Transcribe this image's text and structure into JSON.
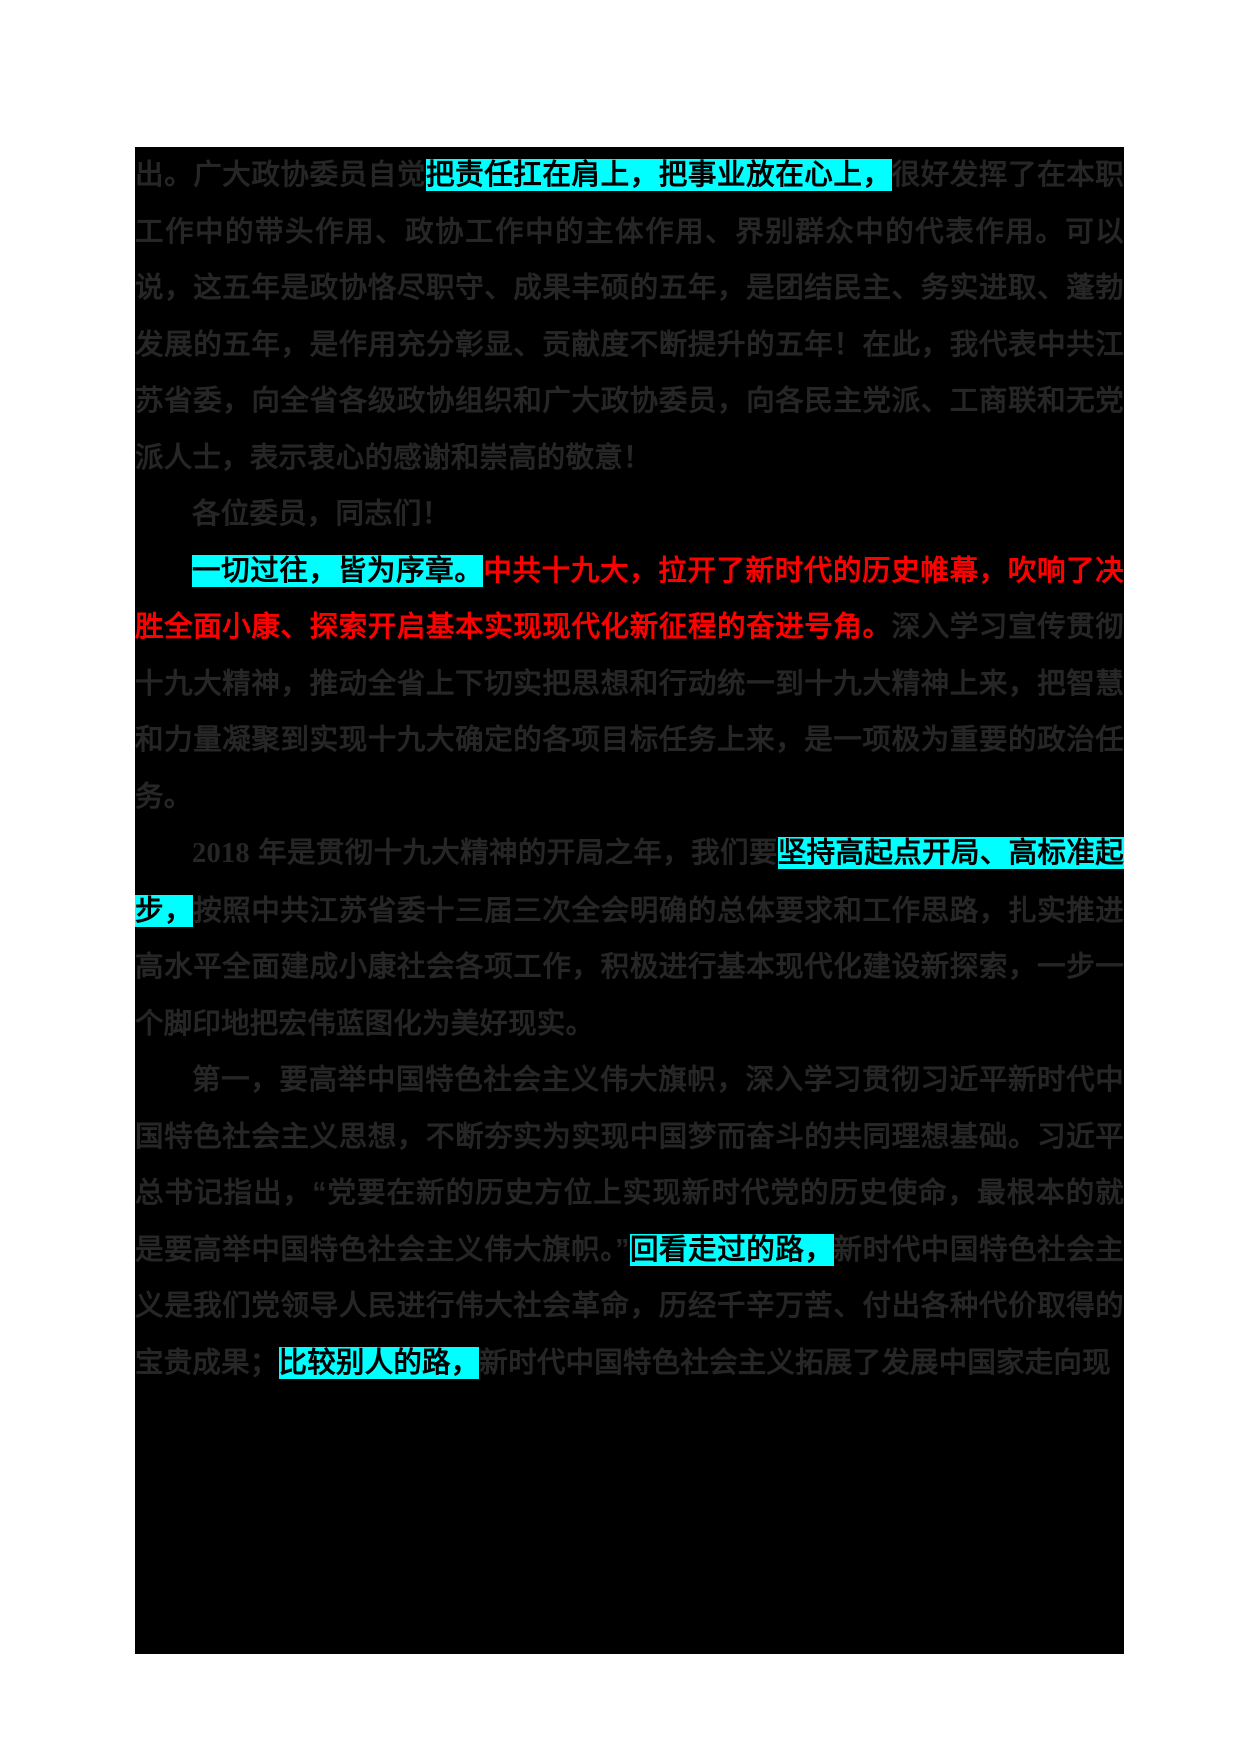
{
  "document": {
    "background_color": "#000000",
    "page_color": "#ffffff",
    "body_text_color": "#262626",
    "highlight_color": "#00ffff",
    "highlight_text_color": "#000000",
    "accent_color": "#ff0000",
    "paragraphs": [
      {
        "id": "p1",
        "indent": false,
        "runs": [
          {
            "text": "出。广大政协委员自觉",
            "style": "normal"
          },
          {
            "text": "把责任扛在肩上，把事业放在心上，",
            "style": "highlight"
          },
          {
            "text": "很好发挥了在本职工作中的带头作用、政协工作中的主体作用、界别群众中的代表作用。可以说，这五年是政协恪尽职守、成果丰硕的五年，是团结民主、务实进取、蓬勃发展的五年，是作用充分彰显、贡献度不断提升的五年！在此，我代表中共江苏省委，向全省各级政协组织和广大政协委员，向各民主党派、工商联和无党派人士，表示衷心的感谢和崇高的敬意！",
            "style": "normal"
          }
        ]
      },
      {
        "id": "p2",
        "indent": true,
        "runs": [
          {
            "text": "各位委员，同志们！",
            "style": "normal"
          }
        ]
      },
      {
        "id": "p3",
        "indent": true,
        "runs": [
          {
            "text": "一切过往，皆为序章。",
            "style": "highlight"
          },
          {
            "text": "中共十九大，拉开了新时代的历史帷幕，吹响了决胜全面小康、探索开启基本实现现代化新征程的奋进号角。",
            "style": "red"
          },
          {
            "text": "深入学习宣传贯彻十九大精神，推动全省上下切实把思想和行动统一到十九大精神上来，把智慧和力量凝聚到实现十九大确定的各项目标任务上来，是一项极为重要的政治任务。",
            "style": "normal"
          }
        ]
      },
      {
        "id": "p4",
        "indent": true,
        "runs": [
          {
            "text": "2018",
            "style": "number"
          },
          {
            "text": " 年是贯彻十九大精神的开局之年，我们要",
            "style": "normal"
          },
          {
            "text": "坚持高起点开局、高标准起步，",
            "style": "highlight"
          },
          {
            "text": "按照中共江苏省委十三届三次全会明确的总体要求和工作思路，扎实推进高水平全面建成小康社会各项工作，积极进行基本现代化建设新探索，一步一个脚印地把宏伟蓝图化为美好现实。",
            "style": "normal"
          }
        ]
      },
      {
        "id": "p5",
        "indent": true,
        "runs": [
          {
            "text": "第一，要高举中国特色社会主义伟大旗帜，深入学习贯彻习近平新时代中国特色社会主义思想，不断夯实为实现中国梦而奋斗的共同理想基础。习近平总书记指出，“党要在新的历史方位上实现新时代党的历史使命，最根本的就是要高举中国特色社会主义伟大旗帜。”",
            "style": "normal"
          },
          {
            "text": "回看走过的路，",
            "style": "highlight"
          },
          {
            "text": "新时代中国特色社会主义是我们党领导人民进行伟大社会革命，历经千辛万苦、付出各种代价取得的宝贵成果；",
            "style": "normal"
          },
          {
            "text": "比较别人的路，",
            "style": "highlight"
          },
          {
            "text": "新时代中国特色社会主义拓展了发展中国家走向现",
            "style": "normal"
          }
        ]
      }
    ]
  }
}
